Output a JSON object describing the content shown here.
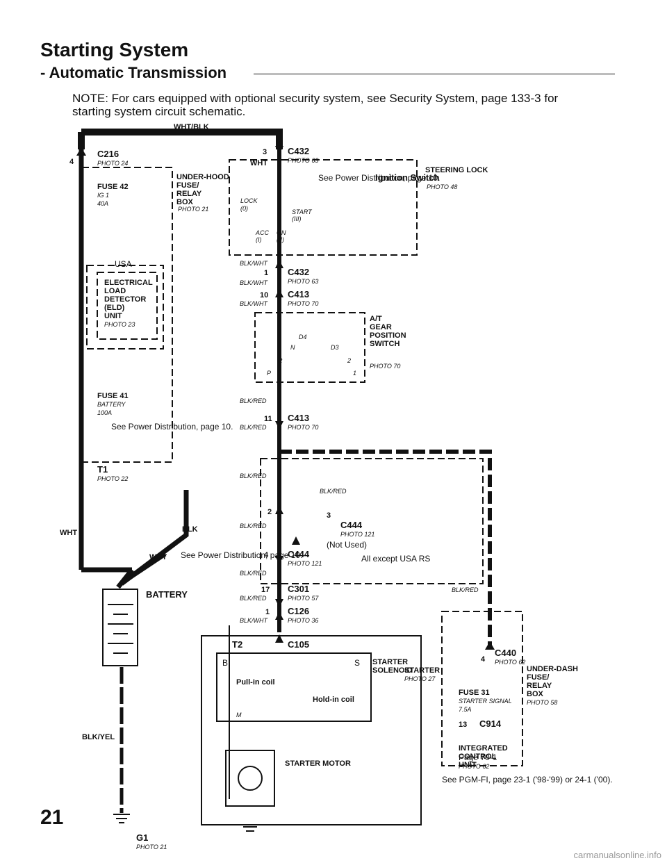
{
  "header": {
    "title": "Starting System",
    "subtitle": "- Automatic Transmission",
    "note": "NOTE: For cars equipped with optional security system, see Security System, page 133-3 for starting system circuit schematic."
  },
  "page_number": "21",
  "watermark": "carmanualsonline.info",
  "wires": {
    "wht_blk": "WHT/BLK",
    "wht": "WHT",
    "blk": "BLK",
    "blk_wht": "BLK/WHT",
    "blk_red": "BLK/RED",
    "blk_yel": "BLK/YEL"
  },
  "connectors": {
    "c216": "C216",
    "c216_pin": "4",
    "c216_photo": "PHOTO 24",
    "c432": "C432",
    "c432_pin_top": "3",
    "c432_photo": "PHOTO 63",
    "c432_pin_bottom": "1",
    "c413": "C413",
    "c413_pin_top": "10",
    "c413_photo": "PHOTO 70",
    "c413_pin_bottom": "11",
    "c444": "C444",
    "c444_pin_a": "2",
    "c444_pin_b": "3",
    "c444_pin_c": "4",
    "c444_photo": "PHOTO 121",
    "c301": "C301",
    "c301_pin": "17",
    "c301_photo": "PHOTO 57",
    "c126": "C126",
    "c126_pin": "1",
    "c126_photo": "PHOTO 36",
    "c105": "C105",
    "c440": "C440",
    "c440_pin": "4",
    "c440_photo": "PHOTO 62",
    "c914": "C914",
    "c914_pin": "13",
    "t1": "T1",
    "t1_photo": "PHOTO 22",
    "t2": "T2",
    "g1": "G1",
    "g1_photo": "PHOTO 21"
  },
  "components": {
    "under_hood": "UNDER-HOOD FUSE/ RELAY BOX",
    "under_hood_photo": "PHOTO 21",
    "fuse42": "FUSE 42",
    "fuse42_sub": "IG 1",
    "fuse42_amp": "40A",
    "usa": "USA",
    "eld": "ELECTRICAL LOAD DETECTOR (ELD) UNIT",
    "eld_photo": "PHOTO 23",
    "fuse41": "FUSE 41",
    "fuse41_sub": "BATTERY",
    "fuse41_amp": "100A",
    "see_power": "See Power Distribution, page 10.",
    "ignition_switch": "Ignition Switch",
    "steering_lock": "STEERING LOCK",
    "steering_lock_photo": "PHOTO 48",
    "lock": "LOCK",
    "lock_pos": "(0)",
    "start": "START",
    "start_pos": "(III)",
    "acc": "ACC",
    "acc_pos": "(I)",
    "on": "ON",
    "on_pos": "(II)",
    "gear_switch": "A/T GEAR POSITION SWITCH",
    "gear_photo": "PHOTO 70",
    "gear_d4": "D4",
    "gear_n": "N",
    "gear_d3": "D3",
    "gear_r": "R",
    "gear_2": "2",
    "gear_p": "P",
    "gear_1": "1",
    "not_used": "(Not Used)",
    "all_except": "All except USA RS",
    "battery": "BATTERY",
    "starter_solenoid": "STARTER SOLENOID",
    "pull_in": "Pull-in coil",
    "hold_in": "Hold-in coil",
    "term_b": "B",
    "term_s": "S",
    "term_m": "M",
    "starter_motor": "STARTER MOTOR",
    "starter": "STARTER",
    "starter_photo": "PHOTO 27",
    "under_dash": "UNDER-DASH FUSE/ RELAY BOX",
    "under_dash_photo": "PHOTO 58",
    "fuse31": "FUSE 31",
    "fuse31_sub": "STARTER SIGNAL",
    "fuse31_amp": "7.5A",
    "icu": "INTEGRATED CONTROL UNIT",
    "icu_page": "Page 70-1",
    "icu_photo": "PHOTO 62",
    "see_pgm": "See PGM-FI, page 23-1 ('98-'99) or 24-1 ('00)."
  }
}
